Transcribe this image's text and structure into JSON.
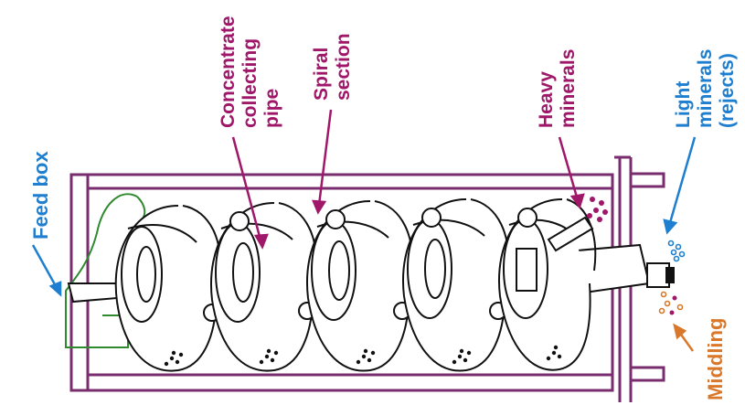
{
  "colors": {
    "frame": "#7a2d6e",
    "feed": "#2f8a2f",
    "ink": "#111111",
    "blue_label": "#1e7fd0",
    "magenta_label": "#a0176a",
    "orange_label": "#d9782a",
    "heavy_dots": "#a0176a",
    "light_dots": "#1e7fd0",
    "middling_dots": "#d9782a"
  },
  "labels": {
    "feed_box": "Feed box",
    "concentrate": [
      "Concentrate",
      "collecting",
      "pipe"
    ],
    "spiral": [
      "Spiral",
      "section"
    ],
    "heavy": [
      "Heavy",
      "minerals"
    ],
    "light": [
      "Light",
      "minerals",
      "(rejects)"
    ],
    "middling": "Middling"
  }
}
